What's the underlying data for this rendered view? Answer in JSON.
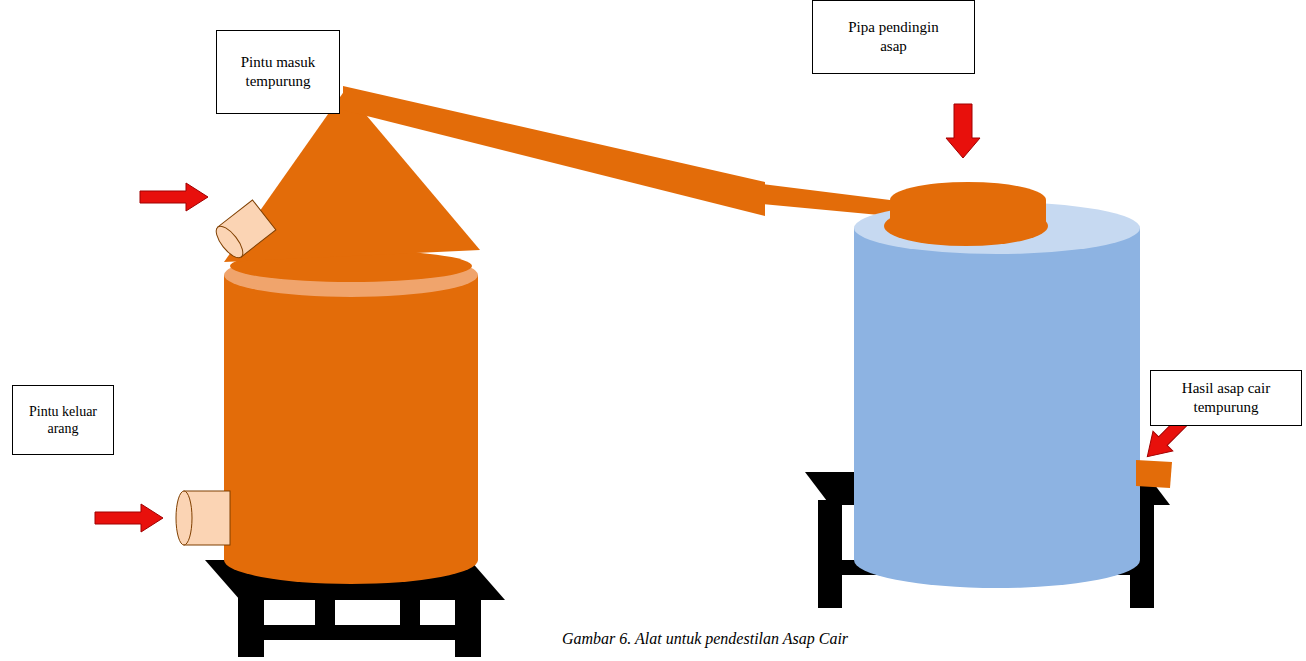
{
  "diagram": {
    "caption": "Gambar 6. Alat untuk pendestilan Asap Cair",
    "nodes": [
      {
        "text": [
          "Pipa pendingin asap"
        ]
      },
      {
        "text": [
          "Pintu masuk tempurung"
        ]
      },
      {
        "text": [
          "Hasil asap cair tempurung"
        ]
      },
      {
        "text": [
          "Pintu keluar arang"
        ]
      }
    ]
  }
}
